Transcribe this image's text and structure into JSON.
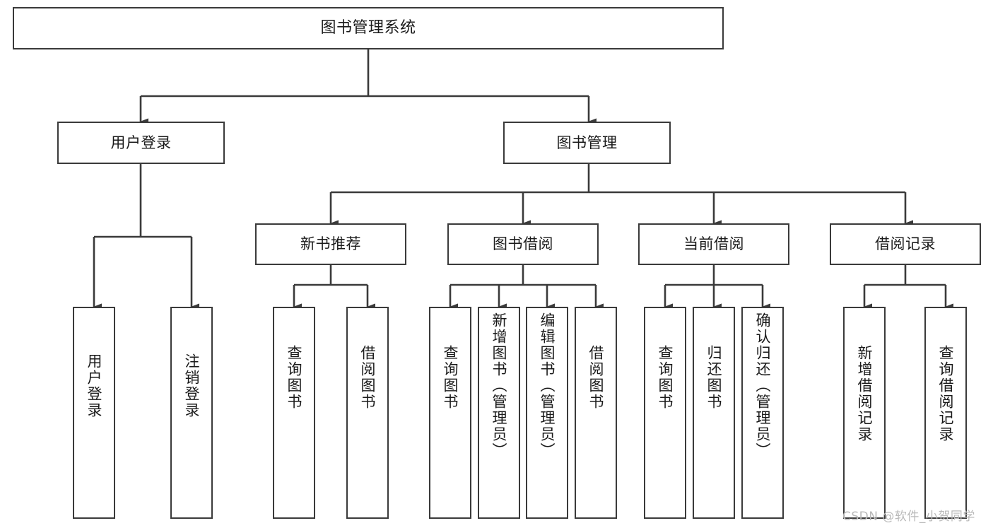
{
  "diagram": {
    "title": "图书管理系统",
    "type": "tree-hierarchy",
    "orientation": "top-down",
    "line_color": "#3a3a3a",
    "box_fill": "#ffffff",
    "background": "#ffffff",
    "nodes": {
      "root": {
        "label": "图书管理系统"
      },
      "level1": [
        {
          "id": "user-login",
          "label": "用户登录"
        },
        {
          "id": "book-manage",
          "label": "图书管理"
        }
      ],
      "level2": [
        {
          "id": "new-book-rec",
          "label": "新书推荐"
        },
        {
          "id": "book-borrow",
          "label": "图书借阅"
        },
        {
          "id": "current-borrow",
          "label": "当前借阅"
        },
        {
          "id": "borrow-record",
          "label": "借阅记录"
        }
      ],
      "level3": {
        "user-login": [
          {
            "id": "leaf-user-login",
            "label": "用户登录"
          },
          {
            "id": "leaf-logout",
            "label": "注销登录"
          }
        ],
        "new-book-rec": [
          {
            "id": "leaf-query-book-1",
            "label": "查询图书"
          },
          {
            "id": "leaf-borrow-book-1",
            "label": "借阅图书"
          }
        ],
        "book-borrow": [
          {
            "id": "leaf-query-book-2",
            "label": "查询图书"
          },
          {
            "id": "leaf-add-book",
            "label": "新增图书（管理员）"
          },
          {
            "id": "leaf-edit-book",
            "label": "编辑图书（管理员）"
          },
          {
            "id": "leaf-borrow-book-2",
            "label": "借阅图书"
          }
        ],
        "current-borrow": [
          {
            "id": "leaf-query-book-3",
            "label": "查询图书"
          },
          {
            "id": "leaf-return-book",
            "label": "归还图书"
          },
          {
            "id": "leaf-confirm-return",
            "label": "确认归还（管理员）"
          }
        ],
        "borrow-record": [
          {
            "id": "leaf-add-record",
            "label": "新增借阅记录"
          },
          {
            "id": "leaf-query-record",
            "label": "查询借阅记录"
          }
        ]
      }
    }
  },
  "watermark": {
    "text": "CSDN @软件_小贺同学"
  }
}
